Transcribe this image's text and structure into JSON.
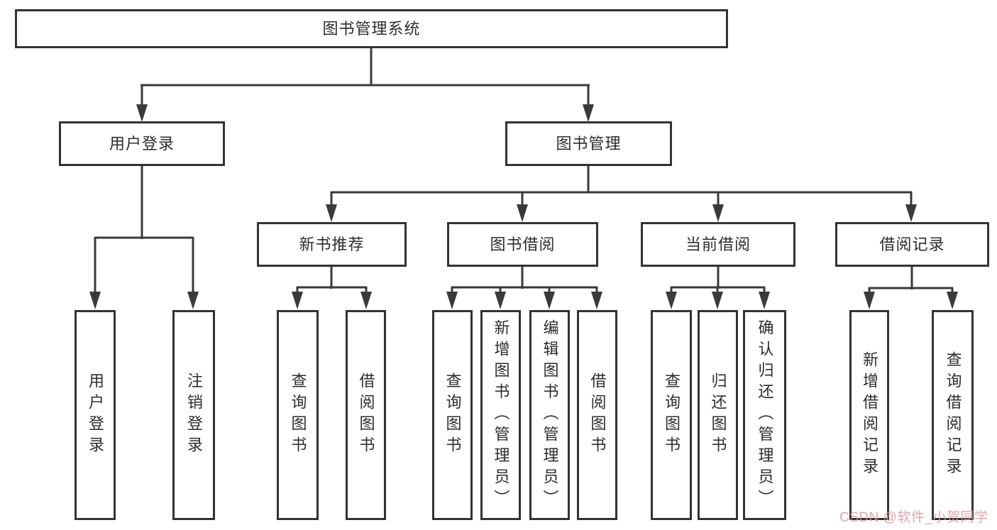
{
  "diagram": {
    "type": "hierarchy-tree",
    "root_label": "图书管理系统",
    "hierarchy": {
      "图书管理系统": {
        "用户登录": [
          "用户登录",
          "注销登录"
        ],
        "图书管理": {
          "新书推荐": [
            "查询图书",
            "借阅图书"
          ],
          "图书借阅": [
            "查询图书",
            "新增图书（管理员）",
            "编辑图书（管理员）",
            "借阅图书"
          ],
          "当前借阅": [
            "查询图书",
            "归还图书",
            "确认归还（管理员）"
          ],
          "借阅记录": [
            "新增借阅记录",
            "查询借阅记录"
          ]
        }
      }
    }
  },
  "nodes": {
    "root": "图书管理系统",
    "user_login": "用户登录",
    "book_mgmt": "图书管理",
    "new_book_rec": "新书推荐",
    "book_borrow": "图书借阅",
    "current_borrow": "当前借阅",
    "borrow_records": "借阅记录",
    "leaf_login": "用户登录",
    "leaf_logout": "注销登录",
    "leaf_nbr_search": "查询图书",
    "leaf_nbr_borrow": "借阅图书",
    "leaf_bb_search": "查询图书",
    "leaf_bb_add": "新增图书（管理员）",
    "leaf_bb_edit": "编辑图书（管理员）",
    "leaf_bb_borrow": "借阅图书",
    "leaf_cb_search": "查询图书",
    "leaf_cb_return": "归还图书",
    "leaf_cb_confirm": "确认归还（管理员）",
    "leaf_br_add": "新增借阅记录",
    "leaf_br_search": "查询借阅记录"
  },
  "watermark": {
    "text": "CSDN @软件_小贺同学",
    "color": "#e2949c"
  },
  "colors": {
    "background": "#ffffff",
    "box_border": "#333333",
    "line": "#3a3a3a",
    "text": "#2d2d2d"
  }
}
